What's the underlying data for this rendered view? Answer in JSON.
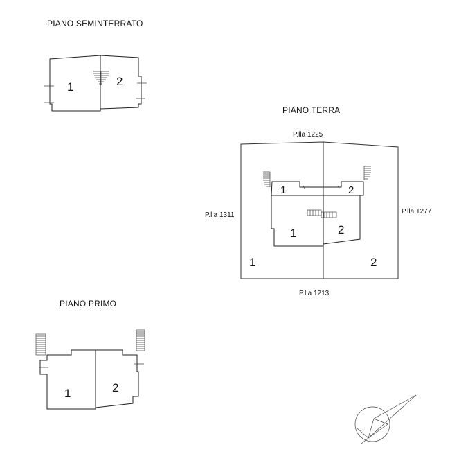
{
  "titles": {
    "basement": "PIANO SEMINTERRATO",
    "ground": "PIANO TERRA",
    "first": "PIANO PRIMO"
  },
  "parcels": {
    "north": "P.lla 1225",
    "west": "P.lla 1311",
    "east": "P.lla 1277",
    "south": "P.lla 1213"
  },
  "units": {
    "basement": [
      "1",
      "2"
    ],
    "ground_building": [
      "1",
      "2"
    ],
    "ground_lot": [
      "1",
      "2"
    ],
    "first": [
      "1",
      "2"
    ]
  },
  "icons": [
    "north-arrow-icon",
    "staircase-icon"
  ]
}
